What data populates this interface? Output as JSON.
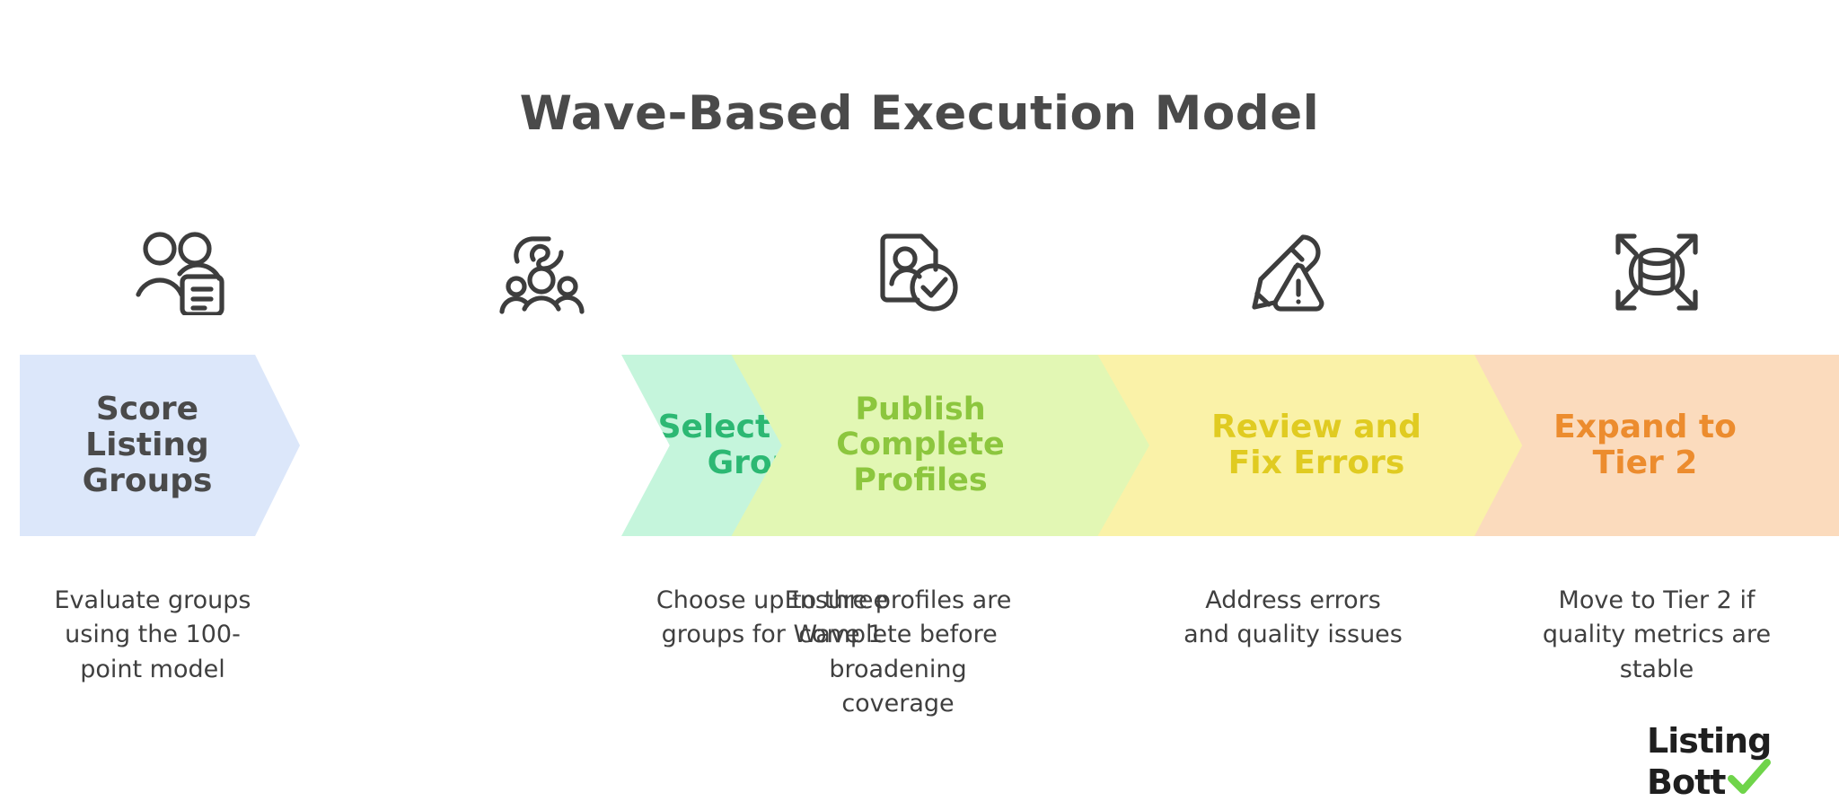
{
  "title": "Wave-Based Execution Model",
  "stages": [
    {
      "icon": "two-people-document-icon",
      "label": "Score Listing\nGroups",
      "description": "Evaluate groups\nusing the 100-\npoint model",
      "fill": "#dce7fa",
      "text_color": "#4a4a4a"
    },
    {
      "icon": "group-people-waves-icon",
      "label": "Select Tier 1\nGroups",
      "description": "Choose up to three\ngroups for Wave 1",
      "fill": "#c5f5dc",
      "text_color": "#2cb873"
    },
    {
      "icon": "profile-document-check-icon",
      "label": "Publish\nComplete\nProfiles",
      "description": "Ensure profiles are\ncomplete before\nbroadening\ncoverage",
      "fill": "#e2f7b4",
      "text_color": "#8cc63e"
    },
    {
      "icon": "pencil-warning-icon",
      "label": "Review and\nFix Errors",
      "description": "Address errors\nand quality issues",
      "fill": "#faf2a8",
      "text_color": "#e0cb21"
    },
    {
      "icon": "database-expand-arrows-icon",
      "label": "Expand to\nTier 2",
      "description": "Move to Tier 2 if\nquality metrics are\nstable",
      "fill": "#fbdbbd",
      "text_color": "#ec8c2e"
    }
  ],
  "logo": {
    "line1": "Listing",
    "line2": "Bott",
    "check_color": "#6fd44a",
    "text_color": "#1f1f1f"
  },
  "colors": {
    "background": "#ffffff",
    "title_color": "#4a4a4a",
    "icon_stroke": "#3d3d3d",
    "description_color": "#3f3f3f"
  }
}
